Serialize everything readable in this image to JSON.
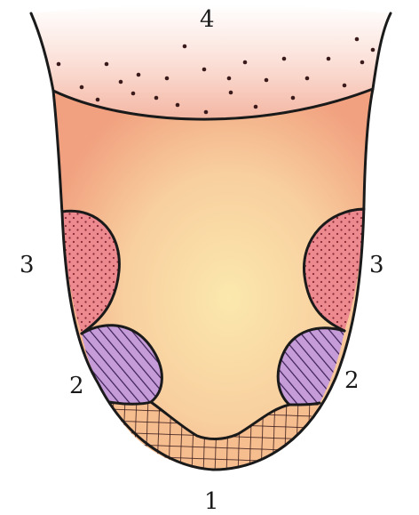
{
  "labels": {
    "back": "4",
    "side_left": "3",
    "side_right": "3",
    "edge_left": "2",
    "edge_right": "2",
    "tip": "1"
  },
  "colors": {
    "outline": "#1a1a1a",
    "tongue_top": "#f2a07c",
    "tongue_mid": "#f8c9a0",
    "tongue_center": "#fbe6a8",
    "back_fill": "#fbe2dc",
    "side_fill": "#ec7f86",
    "edge_fill": "#b48bd0",
    "tip_fill": "#f4b58a"
  }
}
